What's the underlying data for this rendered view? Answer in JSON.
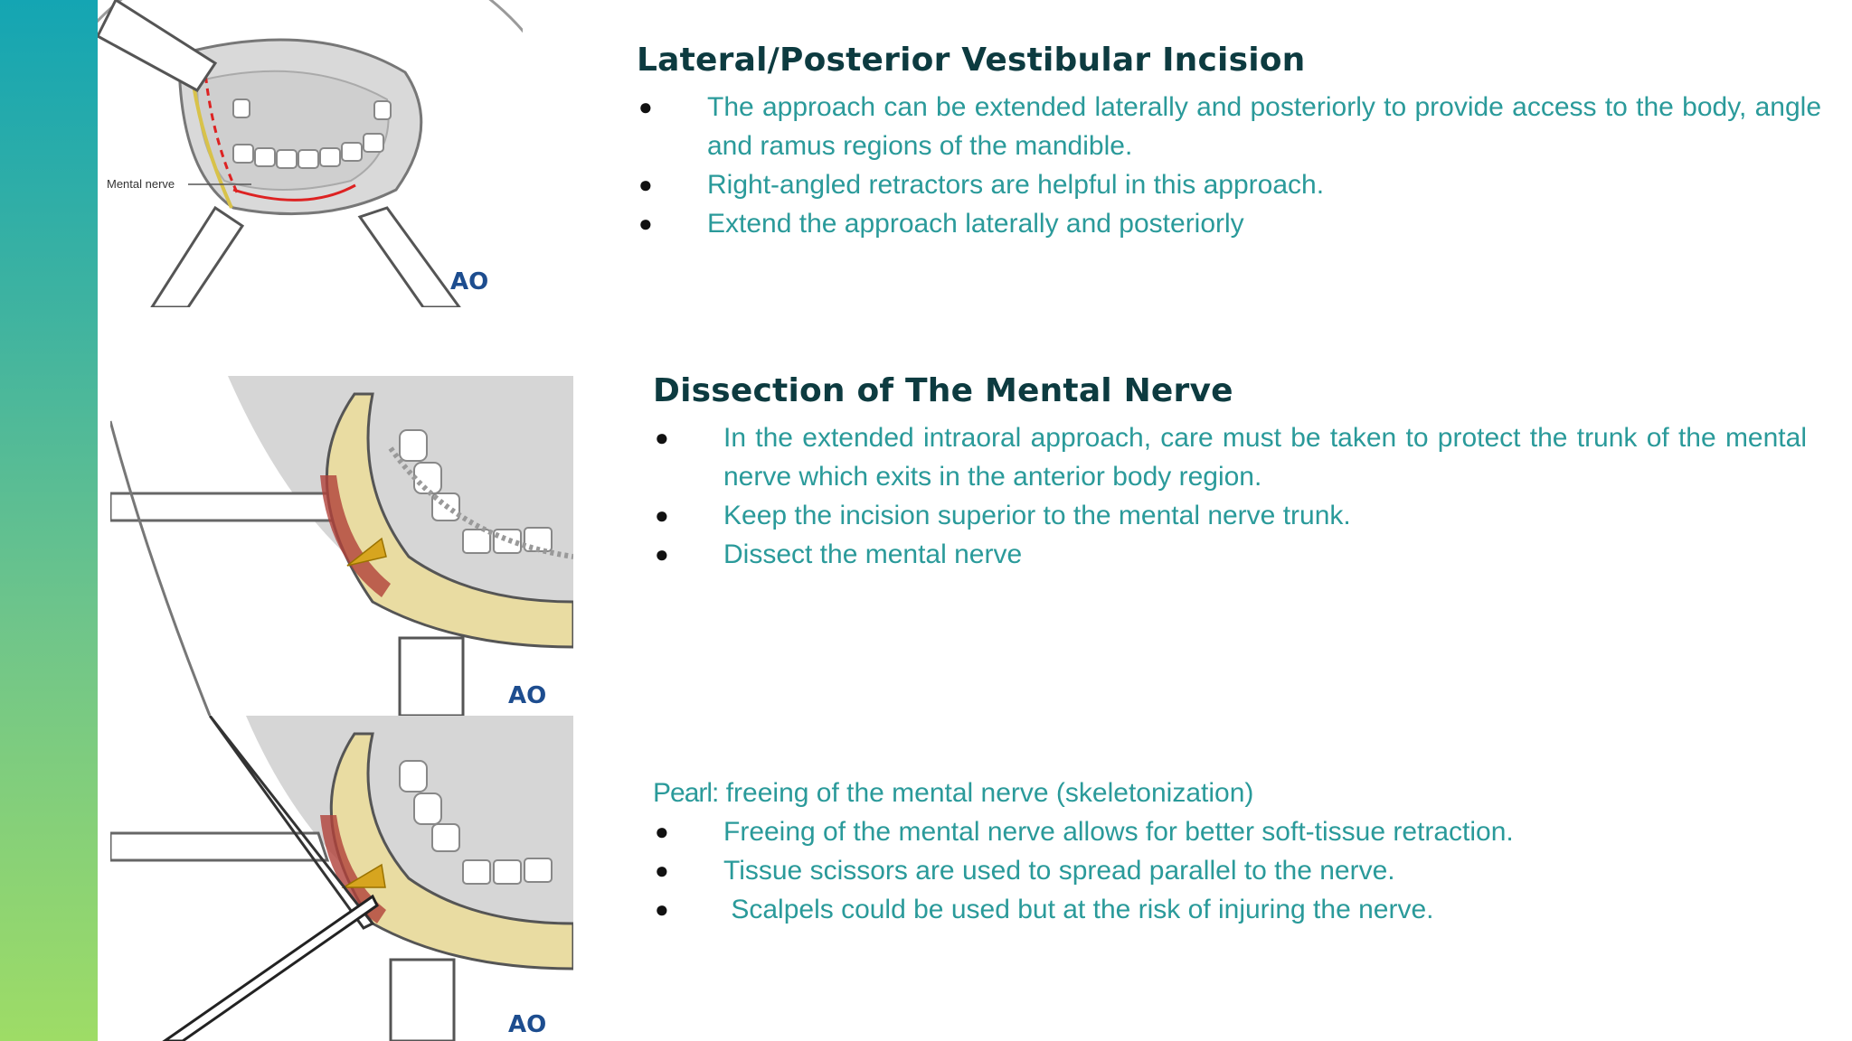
{
  "figures": {
    "fig1": {
      "label": "Mental nerve",
      "logo": "AO"
    },
    "fig2": {
      "logo": "AO"
    },
    "fig3": {
      "logo": "AO"
    }
  },
  "section1": {
    "title": "Lateral/Posterior Vestibular Incision",
    "bullets": [
      "The approach can be extended laterally and posteriorly to provide access to the body, angle and ramus regions of the mandible.",
      "Right-angled retractors are helpful in this approach.",
      "Extend the approach laterally and posteriorly"
    ]
  },
  "section2": {
    "title": "Dissection of The Mental Nerve",
    "bullets": [
      "In the extended intraoral approach, care must be taken to protect the trunk of the mental nerve which exits in the anterior body region.",
      "Keep the incision superior to the mental nerve trunk.",
      "Dissect the mental nerve"
    ]
  },
  "section3": {
    "pearl_label": "Pearl:",
    "pearl_text": " freeing of the mental nerve (skeletonization)",
    "bullets": [
      "Freeing of the mental nerve allows for better soft-tissue retraction.",
      "Tissue scissors are used to spread parallel to the nerve.",
      " Scalpels could be used but at the risk of injuring the nerve."
    ]
  },
  "bullet_symbol": "●",
  "colors": {
    "heading": "#0d3b40",
    "body": "#2a9a9a",
    "bar_top": "#14a5b3",
    "bar_bottom": "#9edc66"
  }
}
